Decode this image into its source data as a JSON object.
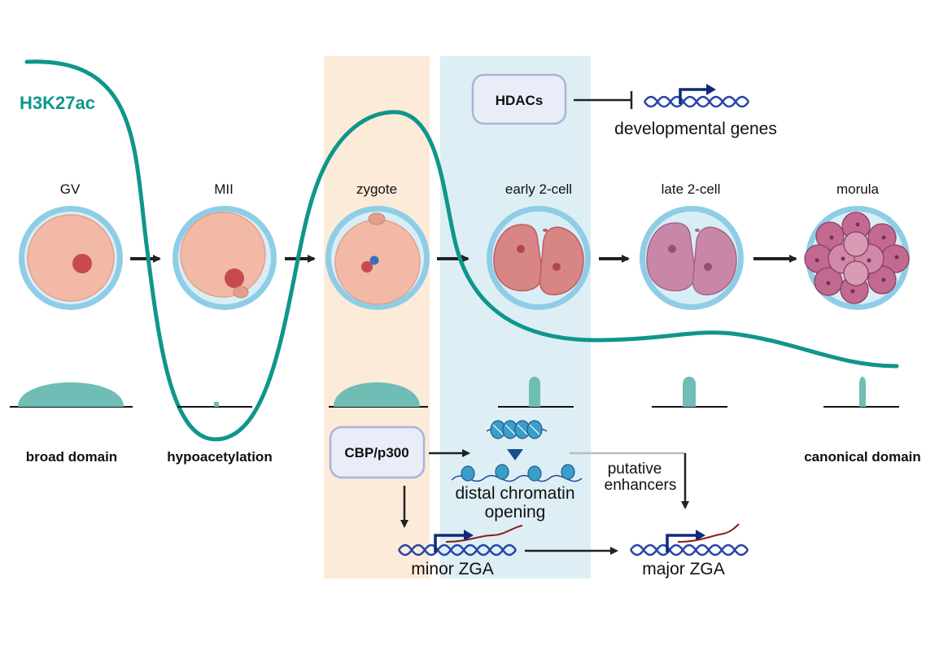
{
  "mark": {
    "label": "H3K27ac",
    "color": "#0f968b"
  },
  "stages": [
    {
      "label": "GV"
    },
    {
      "label": "MII"
    },
    {
      "label": "zygote"
    },
    {
      "label": "early 2-cell"
    },
    {
      "label": "late 2-cell"
    },
    {
      "label": "morula"
    }
  ],
  "domains": {
    "broad": "broad domain",
    "hypo": "hypoacetylation",
    "canonical": "canonical domain"
  },
  "factors": {
    "hdacs": "HDACs",
    "cbp": "CBP/p300"
  },
  "labels": {
    "developmental_genes": "developmental genes",
    "distal_line1": "distal chromatin",
    "distal_line2": "opening",
    "putative_line1": "putative",
    "putative_line2": "enhancers",
    "minor_zga": "minor ZGA",
    "major_zga": "major ZGA"
  },
  "colors": {
    "zygote_band": "#fcebd9",
    "zga_band": "#ddeff4",
    "peak": "#6fbdb4",
    "dna": "#2747a6",
    "promoter_arrow": "#0e2a7a",
    "transcript": "#8b1a1a"
  }
}
